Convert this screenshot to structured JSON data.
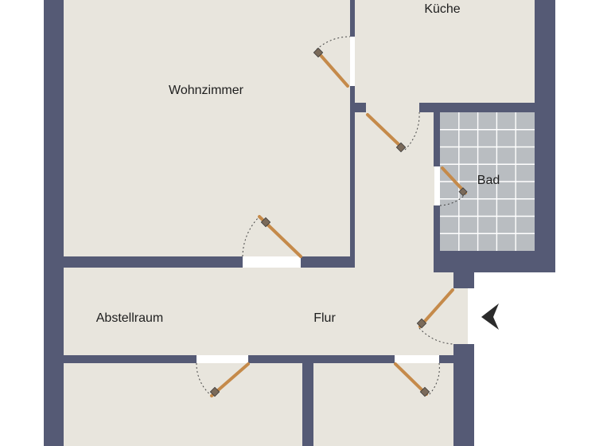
{
  "rooms": {
    "wohnzimmer": "Wohnzimmer",
    "kueche": "Küche",
    "bad": "Bad",
    "abstellraum": "Abstellraum",
    "flur": "Flur"
  },
  "colors": {
    "wall": "#555a75",
    "floor": "#e8e5dd",
    "tile": "#b9bdc1",
    "door": "#c58a4a",
    "entrance_marker": "#2b2b2b"
  },
  "icons": {
    "entrance": "entrance-arrow-icon"
  }
}
